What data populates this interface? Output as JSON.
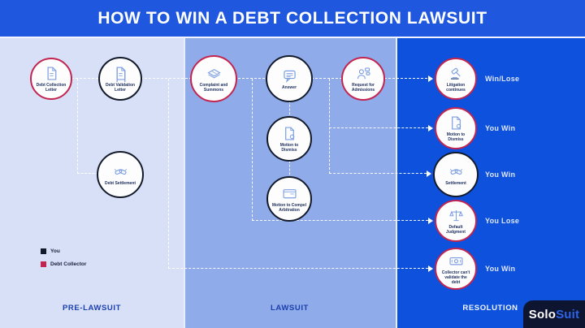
{
  "header": {
    "title": "HOW TO WIN A DEBT COLLECTION LAWSUIT"
  },
  "sections": {
    "pre_lawsuit": "PRE-LAWSUIT",
    "lawsuit": "LAWSUIT",
    "resolution": "RESOLUTION"
  },
  "legend": {
    "you_label": "You",
    "collector_label": "Debt Collector",
    "you_color": "#131b2b",
    "collector_color": "#c22550"
  },
  "colors": {
    "header_bg": "#1f57de",
    "pre_lawsuit_bg": "#d8e0f7",
    "lawsuit_bg": "#8fabe9",
    "resolution_bg": "#0d51dc",
    "ring_you": "#131b2b",
    "ring_collector": "#c22550",
    "icon_stroke": "#7d9fe2",
    "connector": "#ffffff",
    "logo_bg": "#0e1530",
    "logo_suit": "#2d63e8"
  },
  "nodes": [
    {
      "label": "Debt Collection Letter",
      "actor": "collector",
      "icon": "letter-icon",
      "section": "pre_lawsuit"
    },
    {
      "label": "Debt Validation Letter",
      "actor": "you",
      "icon": "letter-icon",
      "section": "pre_lawsuit"
    },
    {
      "label": "Debt Settlement",
      "actor": "you",
      "icon": "handshake-icon",
      "section": "pre_lawsuit"
    },
    {
      "label": "Complaint and Summons",
      "actor": "collector",
      "icon": "summons-icon",
      "section": "lawsuit"
    },
    {
      "label": "Answer",
      "actor": "you",
      "icon": "answer-bubble-icon",
      "section": "lawsuit"
    },
    {
      "label": "Motion to Dismiss",
      "actor": "you",
      "icon": "motion-dismiss-icon",
      "section": "lawsuit"
    },
    {
      "label": "Motion to Compel Arbitration",
      "actor": "you",
      "icon": "arbitration-icon",
      "section": "lawsuit"
    },
    {
      "label": "Request for Admissions",
      "actor": "collector",
      "icon": "admissions-icon",
      "section": "lawsuit"
    },
    {
      "label": "Litigation continues",
      "actor": "collector",
      "icon": "gavel-icon",
      "section": "resolution",
      "outcome": "Win/Lose"
    },
    {
      "label": "Motion to Dismiss",
      "actor": "collector",
      "icon": "motion-dismiss-icon",
      "section": "resolution",
      "outcome": "You Win"
    },
    {
      "label": "Settlement",
      "actor": "you",
      "icon": "handshake-icon",
      "section": "resolution",
      "outcome": "You Win"
    },
    {
      "label": "Default Judgment",
      "actor": "collector",
      "icon": "scales-icon",
      "section": "resolution",
      "outcome": "You Lose"
    },
    {
      "label": "Collector can't validate the debt",
      "actor": "collector",
      "icon": "money-icon",
      "section": "resolution",
      "outcome": "You Win"
    }
  ],
  "edges": [
    {
      "from": "Debt Collection Letter",
      "to": "Debt Validation Letter"
    },
    {
      "from": "Debt Collection Letter",
      "to": "Debt Settlement"
    },
    {
      "from": "Debt Validation Letter",
      "to": "Complaint and Summons"
    },
    {
      "from": "Debt Validation Letter",
      "to": "Collector can't validate the debt"
    },
    {
      "from": "Complaint and Summons",
      "to": "Answer"
    },
    {
      "from": "Complaint and Summons",
      "to": "Default Judgment"
    },
    {
      "from": "Answer",
      "to": "Motion to Dismiss"
    },
    {
      "from": "Answer",
      "to": "Request for Admissions"
    },
    {
      "from": "Motion to Dismiss",
      "to": "Motion to Compel Arbitration"
    },
    {
      "from": "Motion to Dismiss",
      "to": "Motion to Dismiss (resolution)"
    },
    {
      "from": "Motion to Compel Arbitration",
      "to": "Settlement"
    },
    {
      "from": "Request for Admissions",
      "to": "Litigation continues"
    }
  ],
  "logo": {
    "solo": "Solo",
    "suit": "Suit"
  }
}
